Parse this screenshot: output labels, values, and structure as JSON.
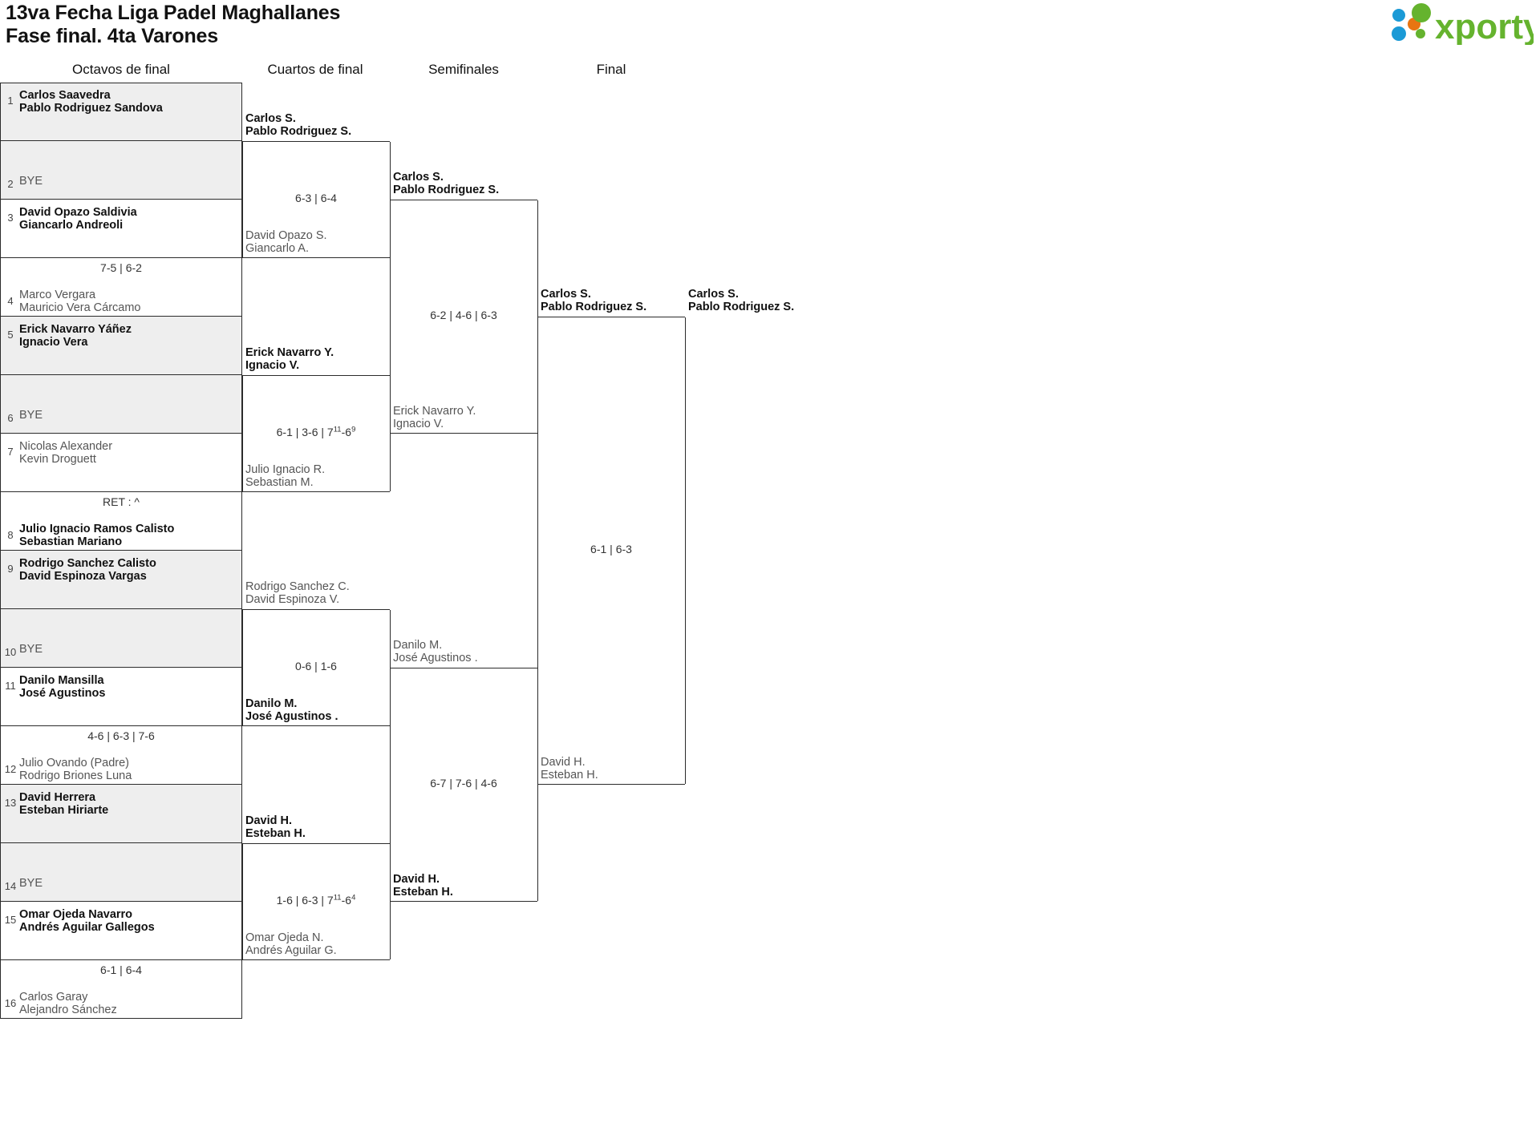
{
  "header": {
    "title_line1": "13va Fecha Liga Padel Maghallanes",
    "title_line2": "Fase final. 4ta Varones",
    "logo_text": "xporty",
    "logo_colors": {
      "blue": "#1b9ad6",
      "orange": "#e87511",
      "green": "#65b32e"
    }
  },
  "columns": [
    {
      "label": "Octavos de final"
    },
    {
      "label": "Cuartos de final"
    },
    {
      "label": "Semifinales"
    },
    {
      "label": "Final"
    }
  ],
  "round1": {
    "bye_label": "BYE",
    "matches": [
      {
        "score": "",
        "top": {
          "seed": "1",
          "line1": "Carlos Saavedra",
          "line2": "Pablo Rodriguez Sandova",
          "winner": true,
          "bye": false
        },
        "bottom": {
          "seed": "2",
          "line1": "BYE",
          "line2": "",
          "winner": false,
          "bye": true
        }
      },
      {
        "score": "7-5 | 6-2",
        "top": {
          "seed": "3",
          "line1": "David Opazo Saldivia",
          "line2": "Giancarlo Andreoli",
          "winner": true,
          "bye": false
        },
        "bottom": {
          "seed": "4",
          "line1": "Marco Vergara",
          "line2": "Mauricio Vera Cárcamo",
          "winner": false,
          "bye": false
        }
      },
      {
        "score": "",
        "top": {
          "seed": "5",
          "line1": "Erick Navarro Yáñez",
          "line2": "Ignacio Vera",
          "winner": true,
          "bye": false
        },
        "bottom": {
          "seed": "6",
          "line1": "BYE",
          "line2": "",
          "winner": false,
          "bye": true
        }
      },
      {
        "score": "RET : ^",
        "top": {
          "seed": "7",
          "line1": "Nicolas Alexander",
          "line2": "Kevin Droguett",
          "winner": false,
          "bye": false
        },
        "bottom": {
          "seed": "8",
          "line1": "Julio Ignacio Ramos Calisto",
          "line2": "Sebastian Mariano",
          "winner": true,
          "bye": false
        }
      },
      {
        "score": "",
        "top": {
          "seed": "9",
          "line1": "Rodrigo Sanchez Calisto",
          "line2": "David Espinoza Vargas",
          "winner": true,
          "bye": false
        },
        "bottom": {
          "seed": "10",
          "line1": "BYE",
          "line2": "",
          "winner": false,
          "bye": true
        }
      },
      {
        "score": "4-6 | 6-3 | 7-6",
        "top": {
          "seed": "11",
          "line1": "Danilo Mansilla",
          "line2": "José Agustinos",
          "winner": true,
          "bye": false
        },
        "bottom": {
          "seed": "12",
          "line1": "Julio Ovando (Padre)",
          "line2": "Rodrigo Briones Luna",
          "winner": false,
          "bye": false
        }
      },
      {
        "score": "",
        "top": {
          "seed": "13",
          "line1": "David Herrera",
          "line2": "Esteban Hiriarte",
          "winner": true,
          "bye": false
        },
        "bottom": {
          "seed": "14",
          "line1": "BYE",
          "line2": "",
          "winner": false,
          "bye": true
        }
      },
      {
        "score": "6-1 | 6-4",
        "top": {
          "seed": "15",
          "line1": "Omar Ojeda Navarro",
          "line2": "Andrés Aguilar Gallegos",
          "winner": true,
          "bye": false
        },
        "bottom": {
          "seed": "16",
          "line1": "Carlos Garay",
          "line2": "Alejandro Sánchez",
          "winner": false,
          "bye": false
        }
      }
    ]
  },
  "round2": {
    "matches": [
      {
        "score_html": "6-3 | 6-4",
        "top": {
          "line1": "Carlos S.",
          "line2": "Pablo Rodriguez S.",
          "winner": true
        },
        "bottom": {
          "line1": "David Opazo S.",
          "line2": "Giancarlo A.",
          "winner": false
        }
      },
      {
        "score_html": "6-1 | 3-6 | 7<sup>11</sup>-6<sup>9</sup>",
        "top": {
          "line1": "Erick Navarro Y.",
          "line2": "Ignacio V.",
          "winner": true
        },
        "bottom": {
          "line1": "Julio Ignacio R.",
          "line2": "Sebastian M.",
          "winner": false
        }
      },
      {
        "score_html": "0-6 | 1-6",
        "top": {
          "line1": "Rodrigo Sanchez C.",
          "line2": "David Espinoza V.",
          "winner": false
        },
        "bottom": {
          "line1": "Danilo M.",
          "line2": "José Agustinos .",
          "winner": true
        }
      },
      {
        "score_html": "1-6 | 6-3 | 7<sup>11</sup>-6<sup>4</sup>",
        "top": {
          "line1": "David H.",
          "line2": "Esteban H.",
          "winner": true
        },
        "bottom": {
          "line1": "Omar Ojeda N.",
          "line2": "Andrés Aguilar G.",
          "winner": false
        }
      }
    ]
  },
  "round3": {
    "matches": [
      {
        "score_html": "6-2 | 4-6 | 6-3",
        "top": {
          "line1": "Carlos S.",
          "line2": "Pablo Rodriguez S.",
          "winner": true
        },
        "bottom": {
          "line1": "Erick Navarro Y.",
          "line2": "Ignacio V.",
          "winner": false
        }
      },
      {
        "score_html": "6-7 | 7-6 | 4-6",
        "top": {
          "line1": "Danilo M.",
          "line2": "José Agustinos .",
          "winner": false
        },
        "bottom": {
          "line1": "David H.",
          "line2": "Esteban H.",
          "winner": true
        }
      }
    ]
  },
  "round4": {
    "matches": [
      {
        "score_html": "6-1 | 6-3",
        "top": {
          "line1": "Carlos S.",
          "line2": "Pablo Rodriguez S.",
          "winner": true
        },
        "bottom": {
          "line1": "David H.",
          "line2": "Esteban H.",
          "winner": false
        }
      }
    ]
  }
}
